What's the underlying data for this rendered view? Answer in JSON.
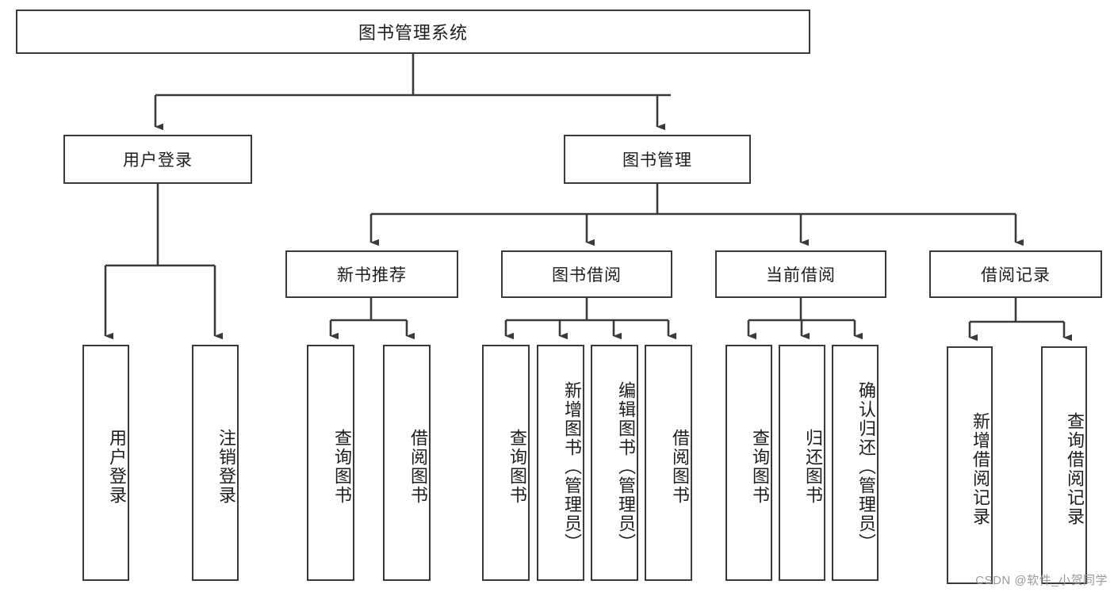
{
  "diagram": {
    "title": "图书管理系统",
    "type": "tree-hierarchy",
    "watermark": "CSDN @软件_小贺同学",
    "root": {
      "id": "root",
      "label": "图书管理系统"
    },
    "level2": [
      {
        "id": "user-login",
        "label": "用户登录"
      },
      {
        "id": "book-manage",
        "label": "图书管理"
      }
    ],
    "level3": [
      {
        "id": "new-book-rec",
        "label": "新书推荐",
        "parent": "book-manage"
      },
      {
        "id": "book-borrow",
        "label": "图书借阅",
        "parent": "book-manage"
      },
      {
        "id": "current-borrow",
        "label": "当前借阅",
        "parent": "book-manage"
      },
      {
        "id": "borrow-record",
        "label": "借阅记录",
        "parent": "book-manage"
      }
    ],
    "leaves": [
      {
        "id": "leaf-user-login",
        "label": "用户登录",
        "parent": "user-login"
      },
      {
        "id": "leaf-logout",
        "label": "注销登录",
        "parent": "user-login"
      },
      {
        "id": "leaf-query-book-1",
        "label": "查询图书",
        "parent": "new-book-rec"
      },
      {
        "id": "leaf-borrow-book-1",
        "label": "借阅图书",
        "parent": "new-book-rec"
      },
      {
        "id": "leaf-query-book-2",
        "label": "查询图书",
        "parent": "book-borrow"
      },
      {
        "id": "leaf-add-book",
        "label": "新增图书（管理员）",
        "parent": "book-borrow"
      },
      {
        "id": "leaf-edit-book",
        "label": "编辑图书（管理员）",
        "parent": "book-borrow"
      },
      {
        "id": "leaf-borrow-book-2",
        "label": "借阅图书",
        "parent": "book-borrow"
      },
      {
        "id": "leaf-query-book-3",
        "label": "查询图书",
        "parent": "current-borrow"
      },
      {
        "id": "leaf-return-book",
        "label": "归还图书",
        "parent": "current-borrow"
      },
      {
        "id": "leaf-confirm-return",
        "label": "确认归还（管理员）",
        "parent": "current-borrow"
      },
      {
        "id": "leaf-add-record",
        "label": "新增借阅记录",
        "parent": "borrow-record"
      },
      {
        "id": "leaf-query-record",
        "label": "查询借阅记录",
        "parent": "borrow-record"
      }
    ],
    "colors": {
      "stroke": "#3a3a3a",
      "fill": "#ffffff",
      "text": "#1d1d1d",
      "watermark": "#9a9a9a"
    }
  }
}
